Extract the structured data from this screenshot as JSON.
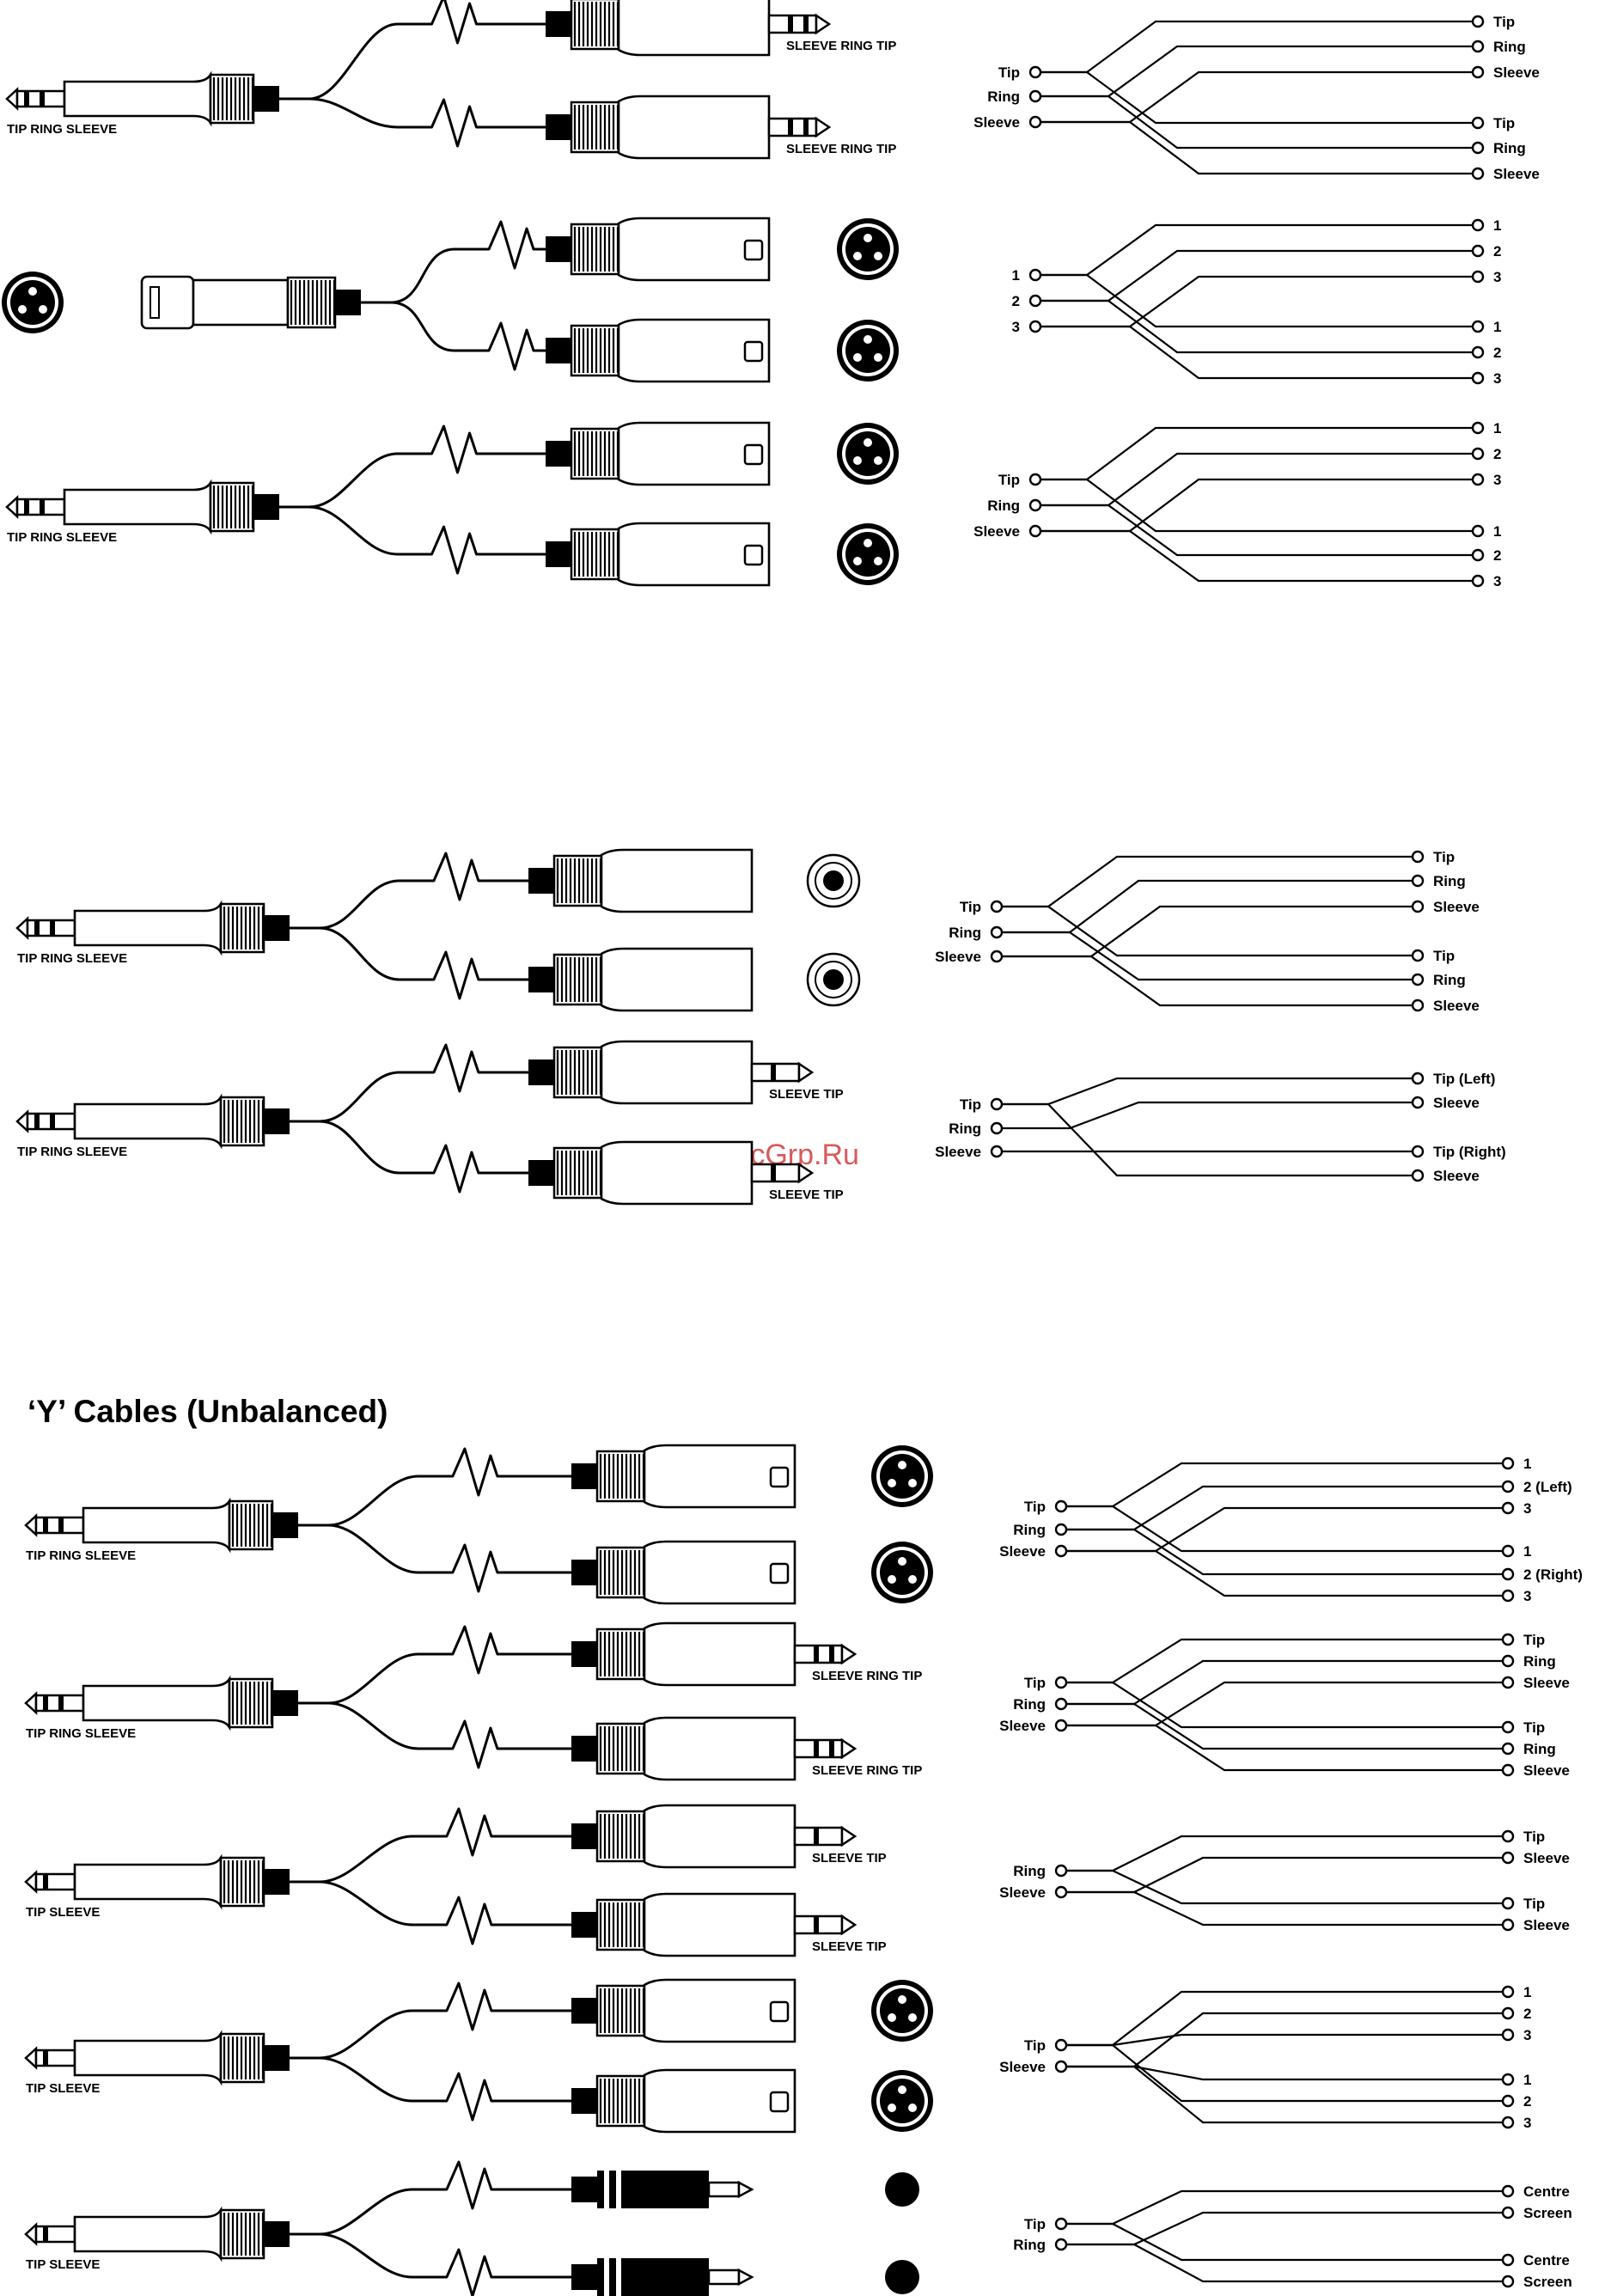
{
  "section_title": "‘Y’ Cables (Unbalanced)",
  "watermark": "McGrp.Ru",
  "colors": {
    "ink": "#000000",
    "watermark": "#d85a5a",
    "background": "#ffffff"
  },
  "cables": [
    {
      "id": "trs-to-2trs",
      "source_connector": "trs-plug",
      "branch_connector": "trs-plug",
      "source_caption": "TIP RING SLEEVE",
      "branch_captions": [
        "SLEEVE RING TIP",
        "SLEEVE RING TIP"
      ],
      "face_icons": [],
      "wiring": {
        "left_pins": [
          "Tip",
          "Ring",
          "Sleeve"
        ],
        "right_pins": [
          "Tip",
          "Ring",
          "Sleeve",
          "Tip",
          "Ring",
          "Sleeve"
        ]
      }
    },
    {
      "id": "xlrf-to-2xlrm",
      "source_connector": "xlr-female",
      "branch_connector": "xlr-male",
      "source_caption": "",
      "branch_captions": [
        "",
        ""
      ],
      "face_icons": [
        "xlr-male-face",
        "xlr-male-face"
      ],
      "source_face_icon": "xlr-female-face",
      "wiring": {
        "left_pins": [
          "1",
          "2",
          "3"
        ],
        "right_pins": [
          "1",
          "2",
          "3",
          "1",
          "2",
          "3"
        ]
      }
    },
    {
      "id": "trs-to-2xlrm",
      "source_connector": "trs-plug",
      "branch_connector": "xlr-male",
      "source_caption": "TIP RING SLEEVE",
      "branch_captions": [
        "",
        ""
      ],
      "face_icons": [
        "xlr-male-face",
        "xlr-male-face"
      ],
      "wiring": {
        "left_pins": [
          "Tip",
          "Ring",
          "Sleeve"
        ],
        "right_pins": [
          "1",
          "2",
          "3",
          "1",
          "2",
          "3"
        ]
      }
    },
    {
      "id": "trs-to-2jack-socket",
      "source_connector": "trs-plug",
      "branch_connector": "jack-socket",
      "source_caption": "TIP RING SLEEVE",
      "branch_captions": [
        "",
        ""
      ],
      "face_icons": [
        "jack-socket-face",
        "jack-socket-face"
      ],
      "wiring": {
        "left_pins": [
          "Tip",
          "Ring",
          "Sleeve"
        ],
        "right_pins": [
          "Tip",
          "Ring",
          "Sleeve",
          "Tip",
          "Ring",
          "Sleeve"
        ]
      }
    },
    {
      "id": "trs-to-2ts-stereo",
      "source_connector": "trs-plug",
      "branch_connector": "ts-plug",
      "source_caption": "TIP RING SLEEVE",
      "branch_captions": [
        "SLEEVE  TIP",
        "SLEEVE  TIP"
      ],
      "face_icons": [],
      "wiring": {
        "left_pins": [
          "Tip",
          "Ring",
          "Sleeve"
        ],
        "right_pins": [
          "Tip (Left)",
          "Sleeve",
          "Tip (Right)",
          "Sleeve"
        ]
      }
    },
    {
      "id": "u-trs-to-2xlrm",
      "source_connector": "trs-plug",
      "branch_connector": "xlr-male",
      "source_caption": "TIP RING SLEEVE",
      "branch_captions": [
        "",
        ""
      ],
      "face_icons": [
        "xlr-male-face",
        "xlr-male-face"
      ],
      "wiring": {
        "left_pins": [
          "Tip",
          "Ring",
          "Sleeve"
        ],
        "right_pins": [
          "1",
          "2 (Left)",
          "3",
          "1",
          "2 (Right)",
          "3"
        ]
      }
    },
    {
      "id": "u-trs-to-2trs",
      "source_connector": "trs-plug",
      "branch_connector": "trs-plug",
      "source_caption": "TIP RING SLEEVE",
      "branch_captions": [
        "SLEEVE RING TIP",
        "SLEEVE RING TIP"
      ],
      "face_icons": [],
      "wiring": {
        "left_pins": [
          "Tip",
          "Ring",
          "Sleeve"
        ],
        "right_pins": [
          "Tip",
          "Ring",
          "Sleeve",
          "Tip",
          "Ring",
          "Sleeve"
        ]
      }
    },
    {
      "id": "u-ts-to-2ts",
      "source_connector": "ts-plug",
      "branch_connector": "ts-plug",
      "source_caption": "TIP  SLEEVE",
      "branch_captions": [
        "SLEEVE  TIP",
        "SLEEVE  TIP"
      ],
      "face_icons": [],
      "wiring": {
        "left_pins": [
          "Ring",
          "Sleeve"
        ],
        "right_pins": [
          "Tip",
          "Sleeve",
          "Tip",
          "Sleeve"
        ]
      }
    },
    {
      "id": "u-ts-to-2xlrm",
      "source_connector": "ts-plug",
      "branch_connector": "xlr-male",
      "source_caption": "TIP  SLEEVE",
      "branch_captions": [
        "",
        ""
      ],
      "face_icons": [
        "xlr-male-face",
        "xlr-male-face"
      ],
      "wiring": {
        "left_pins": [
          "Tip",
          "Sleeve"
        ],
        "right_pins": [
          "1",
          "2",
          "3",
          "1",
          "2",
          "3"
        ]
      }
    },
    {
      "id": "u-ts-to-2rca",
      "source_connector": "ts-plug",
      "branch_connector": "rca-plug",
      "source_caption": "TIP  SLEEVE",
      "branch_captions": [
        "",
        ""
      ],
      "face_icons": [
        "rca-face",
        "rca-face"
      ],
      "wiring": {
        "left_pins": [
          "Tip",
          "Ring"
        ],
        "right_pins": [
          "Centre",
          "Screen",
          "Centre",
          "Screen"
        ]
      }
    }
  ]
}
